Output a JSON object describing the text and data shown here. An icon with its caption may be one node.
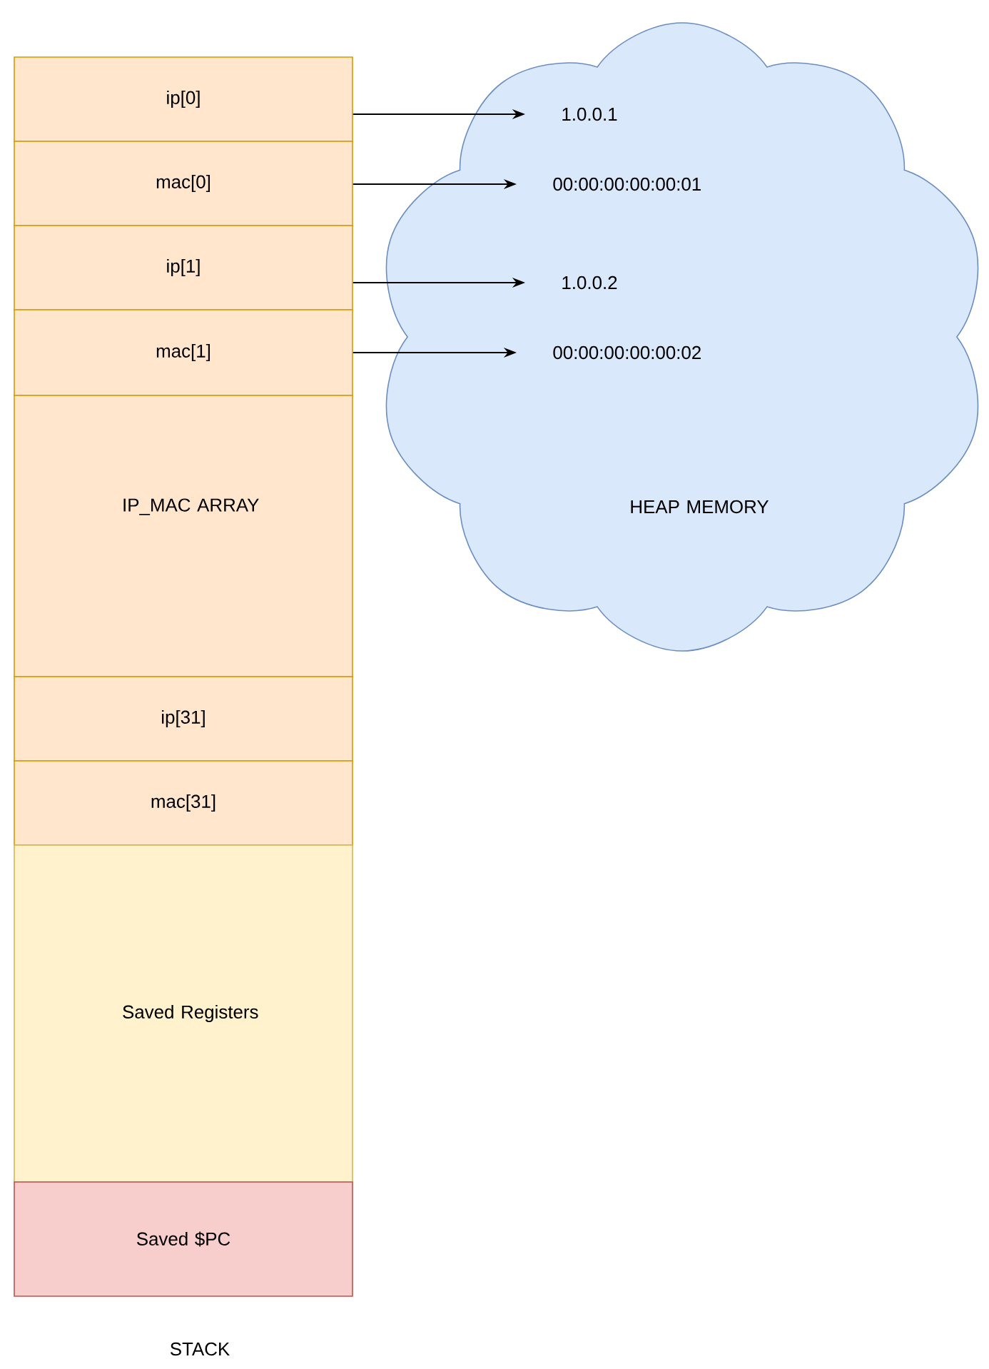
{
  "diagram": {
    "nodes": [
      {
        "text": [
          "ip[0]"
        ]
      },
      {
        "text": [
          "mac[0]"
        ]
      },
      {
        "text": [
          "ip[1]"
        ]
      },
      {
        "text": [
          "mac[1]"
        ]
      },
      {
        "text": [
          "IP_MAC ARRAY"
        ]
      },
      {
        "text": [
          "ip[31]"
        ]
      },
      {
        "text": [
          "mac[31]"
        ]
      },
      {
        "text": [
          "Saved Registers"
        ]
      },
      {
        "text": [
          "Saved $PC"
        ]
      },
      {
        "text": [
          "HEAP MEMORY"
        ]
      },
      {
        "text": [
          "1.0.0.1"
        ],
        "in": 9
      },
      {
        "text": [
          "00:00:00:00:00:01"
        ],
        "in": 9
      },
      {
        "text": [
          "1.0.0.2"
        ],
        "in": 9
      },
      {
        "text": [
          "00:00:00:00:00:02"
        ],
        "in": 9
      }
    ],
    "edges": [
      {
        "from": 0,
        "to": 10,
        "arrow": "to"
      },
      {
        "from": 1,
        "to": 11,
        "arrow": "to"
      },
      {
        "from": 2,
        "to": 12,
        "arrow": "to"
      },
      {
        "from": 3,
        "to": 13,
        "arrow": "to"
      }
    ],
    "labels": [
      "STACK"
    ]
  }
}
